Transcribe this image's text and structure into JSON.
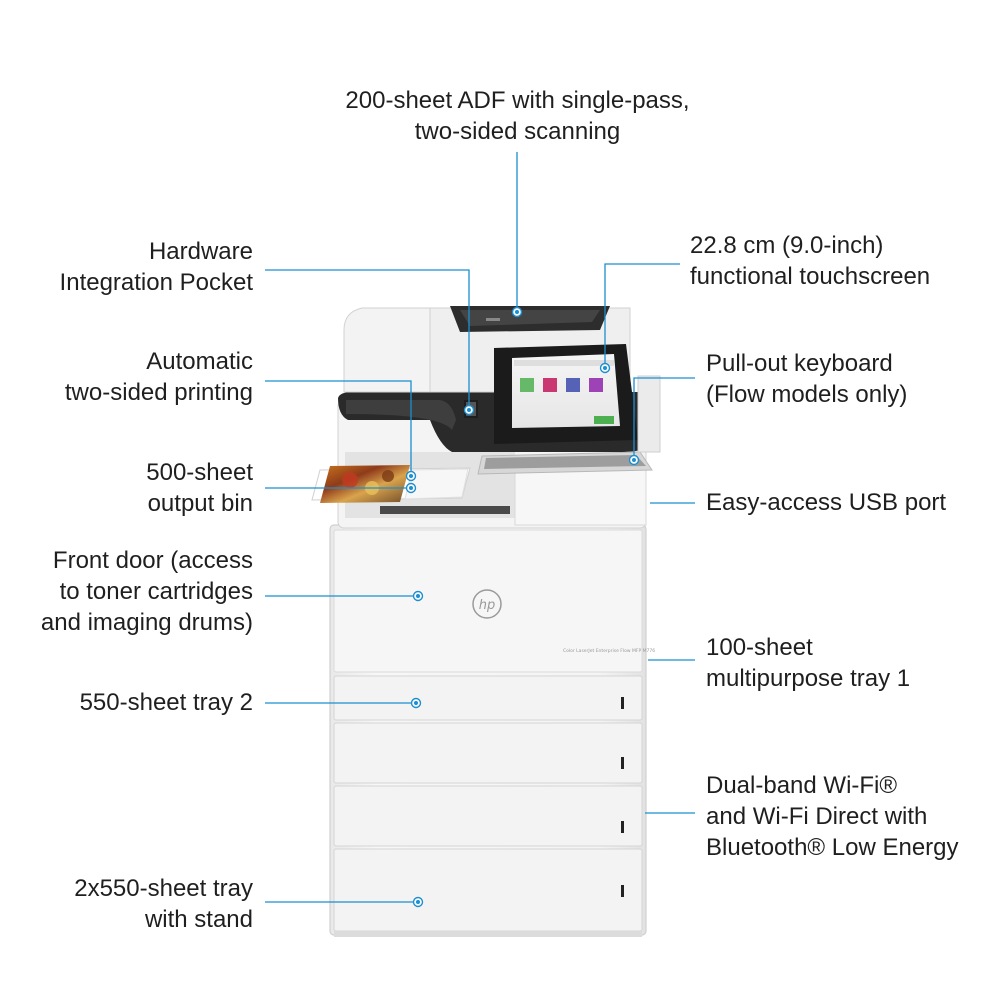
{
  "callouts": {
    "adf": [
      "200-sheet ADF with single-pass,",
      "two-sided scanning"
    ],
    "hip": [
      "Hardware",
      "Integration Pocket"
    ],
    "touchscreen": [
      "22.8 cm (9.0-inch)",
      "functional touchscreen"
    ],
    "duplex": [
      "Automatic",
      "two-sided printing"
    ],
    "keyboard": [
      "Pull-out keyboard",
      "(Flow models only)"
    ],
    "output_bin": [
      "500-sheet",
      "output bin"
    ],
    "usb": [
      "Easy-access USB port"
    ],
    "front_door": [
      "Front door (access",
      "to toner cartridges",
      "and imaging drums)"
    ],
    "tray1": [
      "100-sheet",
      "multipurpose tray 1"
    ],
    "tray2": [
      "550-sheet tray 2"
    ],
    "wifi": [
      "Dual-band Wi-Fi®",
      "and Wi-Fi Direct with",
      "Bluetooth® Low Energy"
    ],
    "tray_stand": [
      "2x550-sheet tray",
      "with stand"
    ]
  },
  "device": {
    "brand_logo": "hp",
    "model_text": "Color LaserJet Enterprise Flow MFP M776"
  },
  "colors": {
    "accent": "#1b8fd0",
    "body": "#f2f2f2",
    "panel": "#1d1d1d"
  },
  "icons": [
    "printer-illustration",
    "hp-logo-icon",
    "touchscreen-display"
  ]
}
